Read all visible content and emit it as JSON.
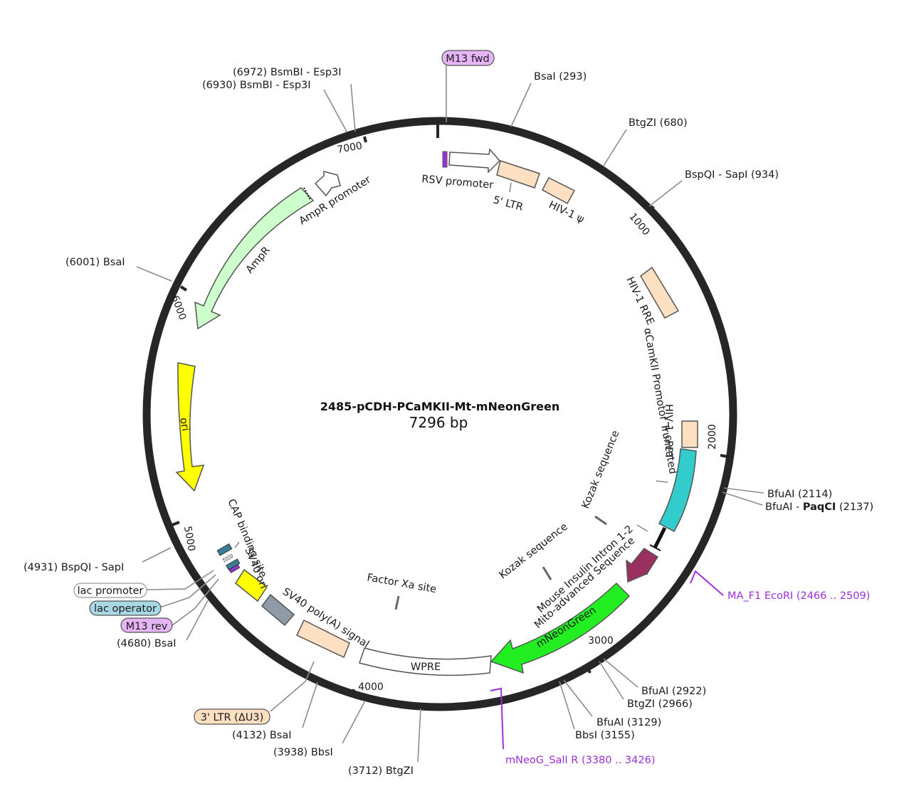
{
  "plasmid": {
    "name": "2485-pCDH-PCaMKII-Mt-mNeonGreen",
    "length_text": "7296 bp"
  },
  "ticks": [
    "1000",
    "2000",
    "3000",
    "4000",
    "5000",
    "6000",
    "7000"
  ],
  "sites": {
    "bsmbi_6972": "(6972)  BsmBI - Esp3I",
    "bsmbi_6930": "(6930)  BsmBI - Esp3I",
    "bsai_293": "BsaI  (293)",
    "btgzi_680": "BtgZI  (680)",
    "bspqi_934": "BspQI - SapI  (934)",
    "bsai_6001": "(6001)  BsaI",
    "bfuai_2114": "BfuAI  (2114)",
    "bfuai_2137_prefix": "BfuAI - ",
    "bfuai_2137_enzyme": "PaqCI",
    "bfuai_2137_pos": "  (2137)",
    "bspqi_4931": "(4931)  BspQI - SapI",
    "bsai_4680": "(4680)  BsaI",
    "bfuai_2922": "BfuAI  (2922)",
    "btgzi_2966": "BtgZI  (2966)",
    "bfuai_3129": "BfuAI  (3129)",
    "bbsi_3155": "BbsI  (3155)",
    "bsai_4132": "(4132)  BsaI",
    "bbsi_3938": "(3938)  BbsI",
    "btgzi_3712": "(3712)  BtgZI"
  },
  "primers": {
    "ma_f1": "MA_F1 EcoRI    (2466 .. 2509)",
    "mneog": "mNeoG_SalI R    (3380 .. 3426)"
  },
  "badges": {
    "m13_fwd": "M13 fwd",
    "lac_promoter": "lac promoter",
    "lac_operator": "lac operator",
    "m13_rev": "M13 rev",
    "ltr3": "3' LTR (ΔU3)"
  },
  "features": {
    "rsv_promoter": "RSV promoter",
    "ltr5": "5' LTR",
    "hiv_psi": "HIV-1 ψ",
    "hiv_rre": "HIV-1 RRE",
    "camkii": "αCamKII Promotor Truncated",
    "cppt": "HIV-1 cPPT",
    "kozak1": "Kozak sequence",
    "kozak2": "Kozak sequence",
    "intron": "Mouse Insulin Intron 1-2",
    "mito": "Mito-advanced Sequence",
    "mneongreen": "mNeonGreen",
    "wpre": "WPRE",
    "factor_xa": "Factor Xa site",
    "sv40_polya": "SV40 poly(A) signal",
    "sv40_ori": "SV40 ori",
    "cap_site": "CAP binding site",
    "ori": "ori",
    "ampr": "AmpR",
    "ampr_promoter": "AmpR promoter"
  },
  "colors": {
    "backbone": "#262626",
    "peach": "#fde0c2",
    "cyan": "#33cccc",
    "mneongreen": "#22ee22",
    "mito": "#99305f",
    "ori": "#ffff00",
    "ampr": "#ccffcc",
    "sv40_ori": "#8e9aa6",
    "primer": "#9b30d9"
  }
}
